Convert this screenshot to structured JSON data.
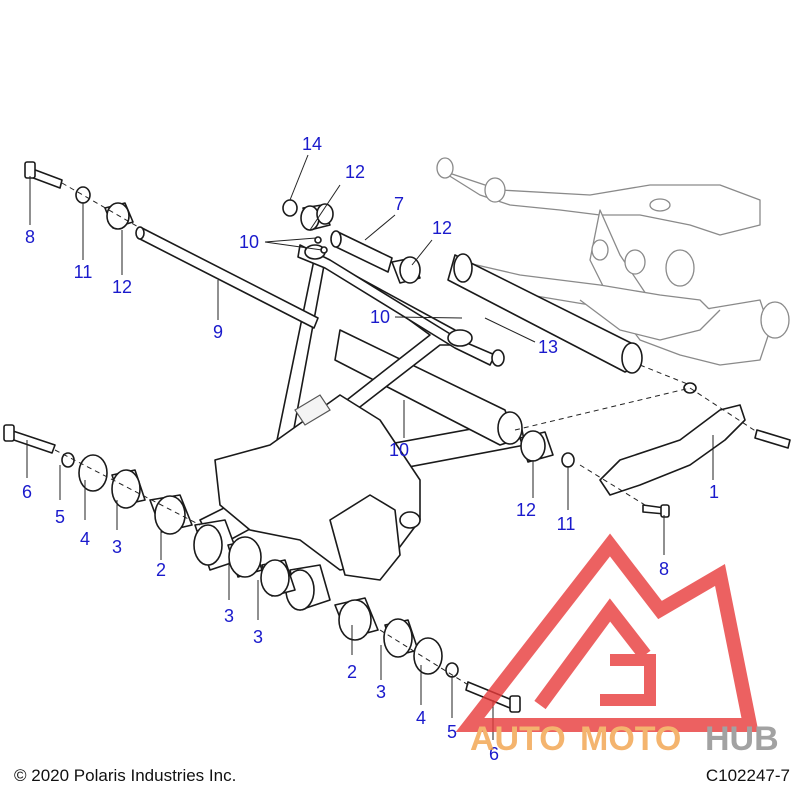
{
  "colors": {
    "callout_text": "#1a1acc",
    "logo_red": "#e83a3a",
    "logo_orange": "#f2a24a",
    "logo_grey": "#8c8c8c"
  },
  "callouts": [
    "1",
    "2",
    "2",
    "3",
    "3",
    "3",
    "3",
    "3",
    "4",
    "4",
    "5",
    "5",
    "6",
    "6",
    "7",
    "8",
    "8",
    "9",
    "10",
    "10",
    "10",
    "11",
    "11",
    "12",
    "12",
    "12",
    "12",
    "13",
    "14"
  ],
  "footer": {
    "copyright": "© 2020 Polaris Industries Inc.",
    "drawing_id": "C102247-7"
  },
  "watermark": {
    "brand_part1": "AUTO",
    "brand_part2": "MOTO",
    "brand_part3": "HUB"
  }
}
